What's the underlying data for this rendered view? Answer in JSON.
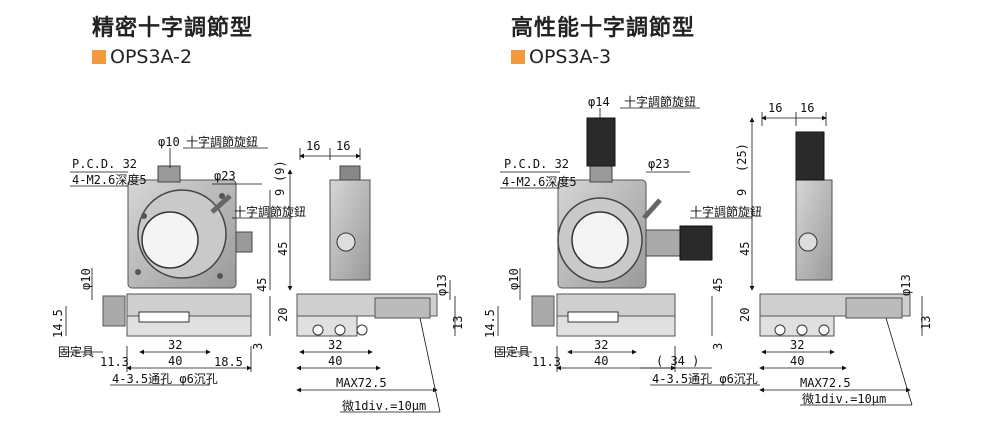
{
  "products": [
    {
      "title": "精密十字調節型",
      "model": "OPS3A-2",
      "labels": {
        "knob_dia": "φ10",
        "knob_name_top": "十字調節旋鈕",
        "pcd": "P.C.D. 32",
        "thread": "4-M2.6深度5",
        "bore": "φ23",
        "knob_name_side": "十字調節旋鈕",
        "d16a": "16",
        "d16b": "16",
        "d9": "9",
        "d9p": "(9)",
        "d45a": "45",
        "d45b": "45",
        "d20": "20",
        "d13": "13",
        "d3": "3",
        "phi10": "φ10",
        "phi13": "φ13",
        "d14_5": "14.5",
        "fixer": "固定具",
        "d11_3": "11.3",
        "d32": "32",
        "d40": "40",
        "d18_5": "18.5",
        "holes": "4-3.5通孔 φ6沉孔",
        "d32b": "32",
        "d40b": "40",
        "max": "MAX72.5",
        "fine": "微1div.=10μm"
      }
    },
    {
      "title": "高性能十字調節型",
      "model": "OPS3A-3",
      "labels": {
        "knob_dia": "φ14",
        "knob_name_top": "十字調節旋鈕",
        "pcd": "P.C.D. 32",
        "thread": "4-M2.6深度5",
        "bore": "φ23",
        "knob_name_side": "十字調節旋鈕",
        "d16a": "16",
        "d16b": "16",
        "d9": "9",
        "d25p": "(25)",
        "d45a": "45",
        "d45b": "45",
        "d20": "20",
        "d13": "13",
        "d3": "3",
        "phi10": "φ10",
        "phi13": "φ13",
        "d14_5": "14.5",
        "fixer": "固定具",
        "d11_3": "11.3",
        "d32": "32",
        "d40": "40",
        "d34": "( 34 )",
        "holes": "4-3.5通孔 φ6沉孔",
        "d32b": "32",
        "d40b": "40",
        "max": "MAX72.5",
        "fine": "微1div.=10μm"
      }
    }
  ],
  "colors": {
    "accent": "#f29a3c",
    "metal": "#b8b8b8",
    "metal_dark": "#777777",
    "knob": "#2a2a2a"
  }
}
